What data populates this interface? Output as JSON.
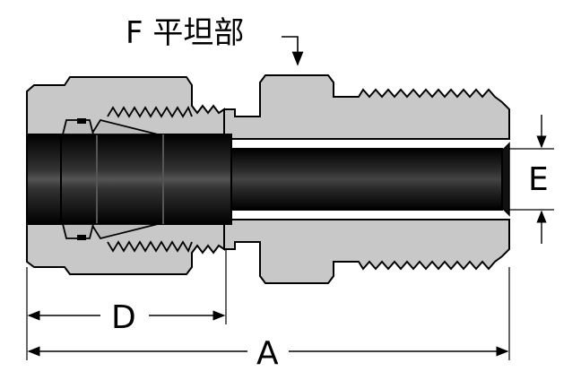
{
  "diagram": {
    "callouts": {
      "flat_label": "F 平坦部"
    },
    "dimensions": {
      "d_label": "D",
      "a_label": "A",
      "e_label": "E"
    },
    "colors": {
      "body_fill": "#c8c8c8",
      "bore_fill": "#111111",
      "outline": "#000000",
      "ferrule_fill": "#bdbdbd"
    }
  }
}
